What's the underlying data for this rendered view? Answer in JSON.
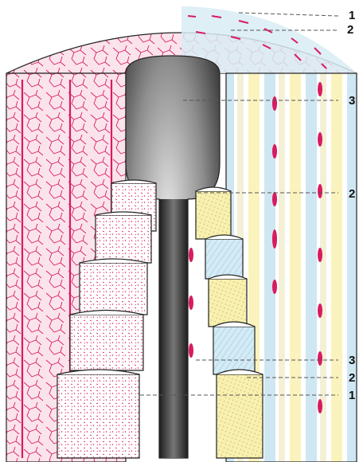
{
  "figure": {
    "labels": [
      {
        "id": "l1-top",
        "text": "1"
      },
      {
        "id": "l2-top",
        "text": "2"
      },
      {
        "id": "l3-top",
        "text": "3"
      },
      {
        "id": "l2-mid",
        "text": "2"
      },
      {
        "id": "l3-bottom",
        "text": "3"
      },
      {
        "id": "l2-bottom",
        "text": "2"
      },
      {
        "id": "l1-bottom",
        "text": "1"
      }
    ],
    "colors": {
      "vessel": "#d81b60",
      "pink_bg": "#f7d7e3",
      "blue_lamella": "#bfe0ef",
      "yellow_lamella": "#f8f0b0",
      "marrow": "#555555",
      "outline": "#222222"
    }
  }
}
